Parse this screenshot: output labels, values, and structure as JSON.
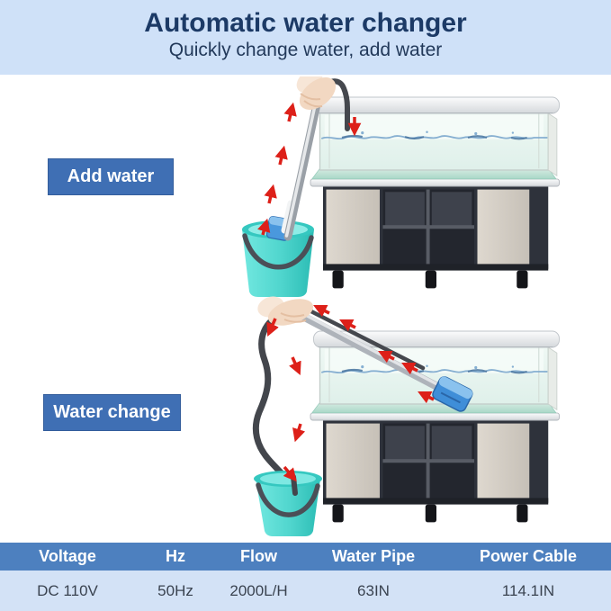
{
  "header": {
    "title": "Automatic water changer",
    "subtitle": "Quickly change water, add water"
  },
  "sections": [
    {
      "id": "add-water",
      "label": "Add water"
    },
    {
      "id": "water-change",
      "label": "Water change"
    }
  ],
  "spec_table": {
    "columns": [
      "Voltage",
      "Hz",
      "Flow",
      "Water Pipe",
      "Power Cable"
    ],
    "values": [
      "DC 110V",
      "50Hz",
      "2000L/H",
      "63IN",
      "114.1IN"
    ]
  },
  "theme": {
    "banner_bg": "#cfe1f8",
    "title_color": "#1c3a66",
    "subtitle_color": "#22395a",
    "badge_bg": "#3f6fb4",
    "badge_text": "#ffffff",
    "table_header_bg": "#4d80bf",
    "table_header_text": "#ffffff",
    "table_row_bg": "#d3e2f6",
    "table_row_text": "#3a4350",
    "arrow_color": "#dd2019",
    "bucket_teal": "#4fd5cd",
    "cabinet_beige": "#d3ccc3",
    "cabinet_dark": "#2e323b"
  }
}
